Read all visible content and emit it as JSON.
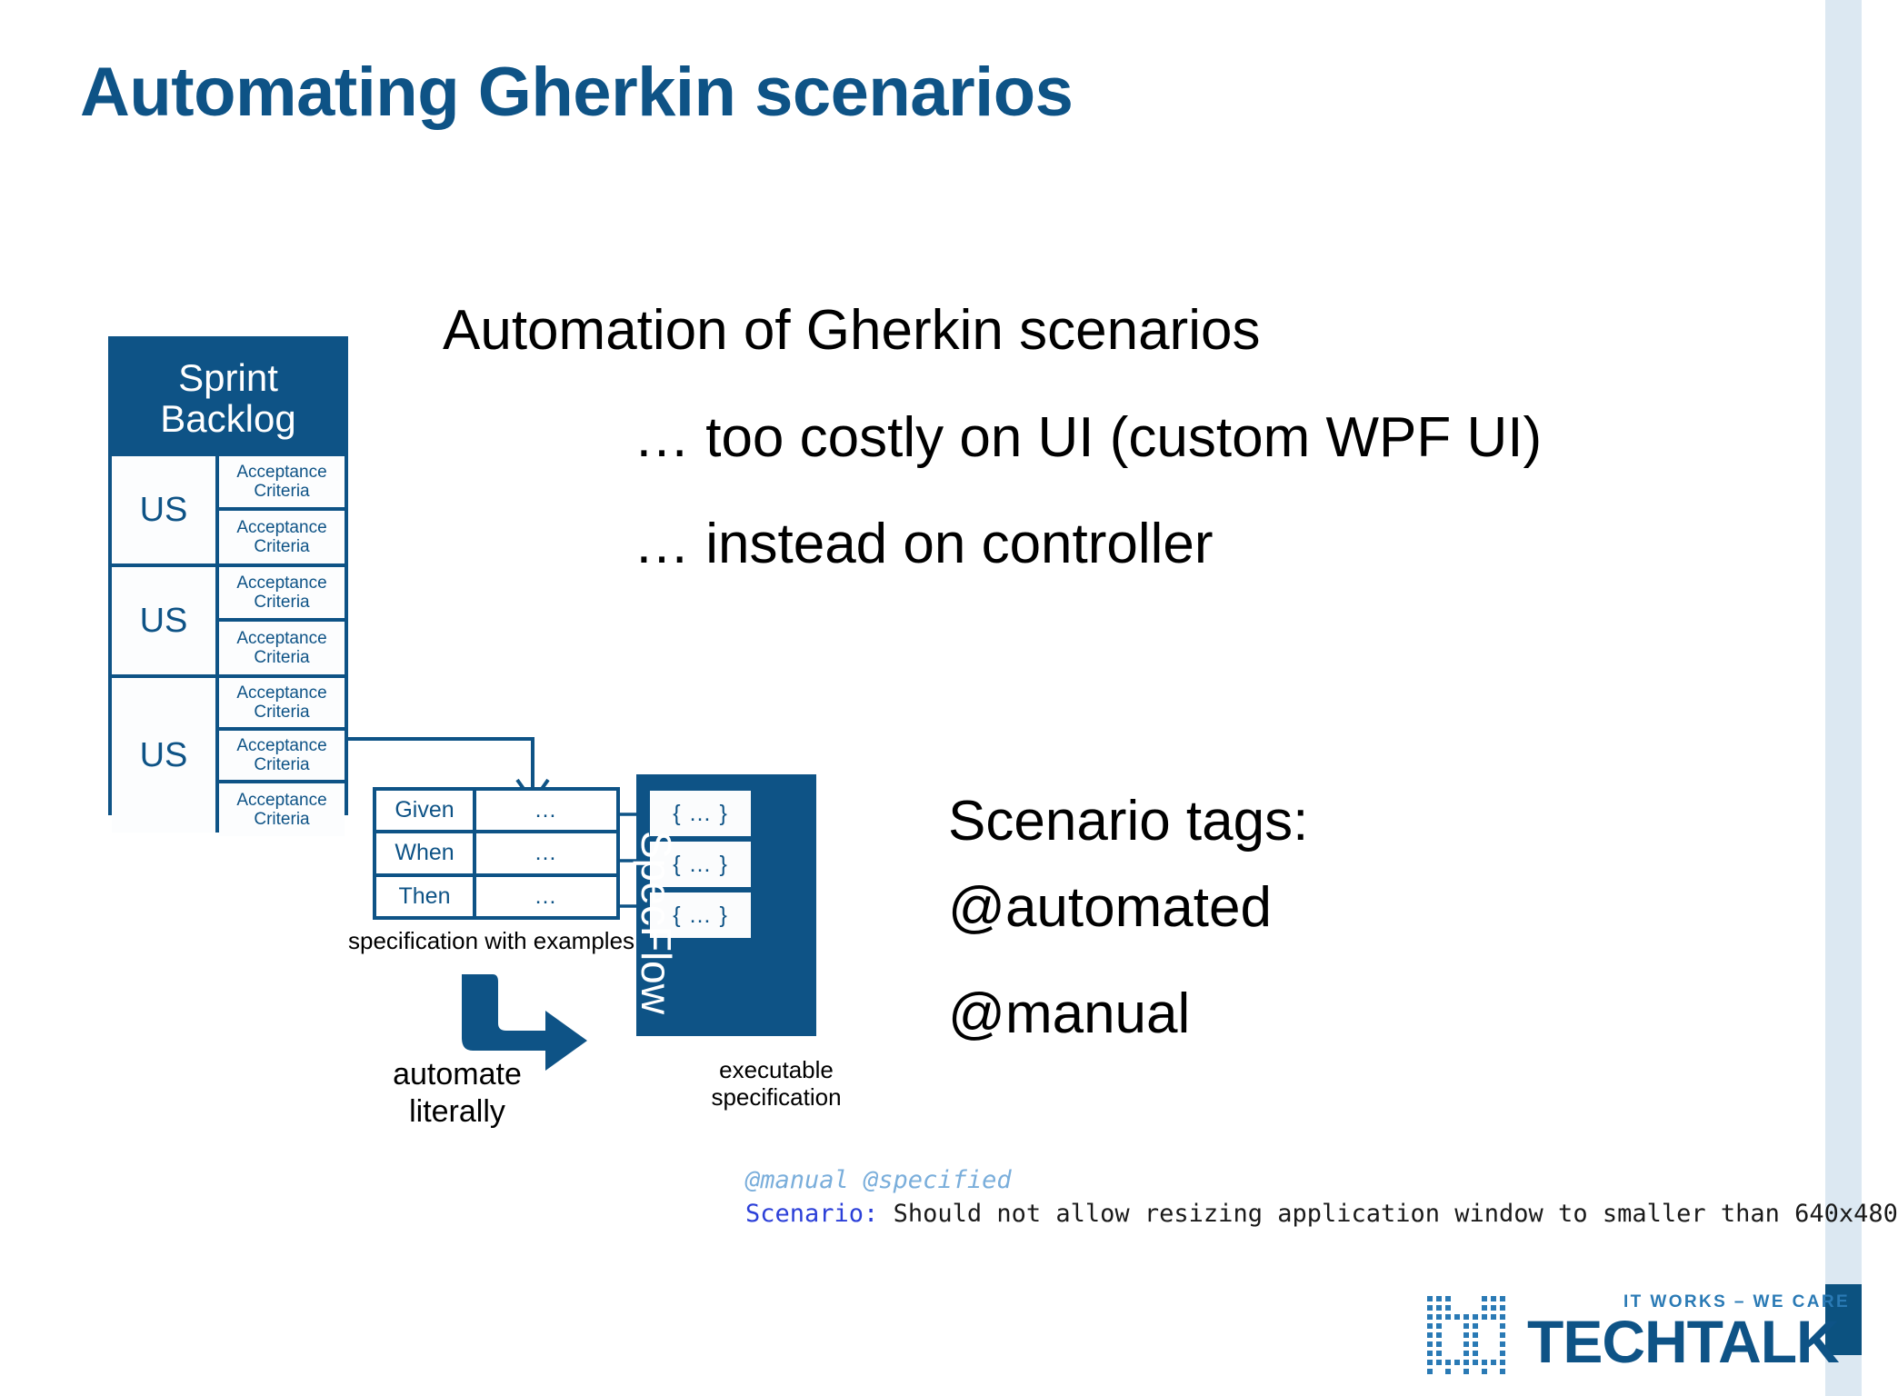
{
  "slide": {
    "title": "Automating Gherkin scenarios",
    "body_lines": [
      "Automation of Gherkin scenarios",
      "… too costly on UI (custom WPF UI)",
      "… instead on controller"
    ],
    "scenario_tags_block": [
      "Scenario tags:",
      "@automated",
      "@manual"
    ]
  },
  "diagram": {
    "backlog": {
      "header_line1": "Sprint",
      "header_line2": "Backlog",
      "rows": [
        {
          "us_label": "US",
          "criteria": [
            {
              "line1": "Acceptance",
              "line2": "Criteria"
            },
            {
              "line1": "Acceptance",
              "line2": "Criteria"
            }
          ]
        },
        {
          "us_label": "US",
          "criteria": [
            {
              "line1": "Acceptance",
              "line2": "Criteria"
            },
            {
              "line1": "Acceptance",
              "line2": "Criteria"
            }
          ]
        },
        {
          "us_label": "US",
          "criteria": [
            {
              "line1": "Acceptance",
              "line2": "Criteria"
            },
            {
              "line1": "Acceptance",
              "line2": "Criteria"
            },
            {
              "line1": "Acceptance",
              "line2": "Criteria"
            }
          ]
        }
      ]
    },
    "gherkin_table": {
      "rows": [
        {
          "keyword": "Given",
          "value": "…"
        },
        {
          "keyword": "When",
          "value": "…"
        },
        {
          "keyword": "Then",
          "value": "…"
        }
      ],
      "caption": "specification with examples"
    },
    "specflow": {
      "label": "SpecFlow",
      "slots": [
        "{ … }",
        "{ … }",
        "{ … }"
      ],
      "caption_line1": "executable",
      "caption_line2": "specification"
    },
    "automate_arrow": {
      "caption_line1": "automate",
      "caption_line2": "literally"
    }
  },
  "code_snippet": {
    "tags": "@manual @specified",
    "keyword": "Scenario:",
    "text": " Should not allow resizing application window to smaller than 640x480"
  },
  "logo": {
    "tagline": "IT WORKS – WE CARE",
    "wordmark": "TECHTALK"
  },
  "colors": {
    "brand_blue": "#0e5386",
    "edge_stripe": "#dce8f2",
    "code_tag": "#7aaedb",
    "code_keyword": "#2b3fd8"
  }
}
